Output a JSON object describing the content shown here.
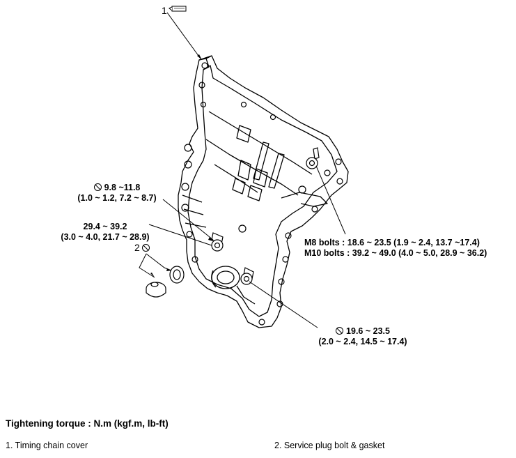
{
  "callouts": {
    "item1_number": "1",
    "item2_number": "2",
    "torque_a_line1": "9.8 ~11.8",
    "torque_a_line2": "(1.0 ~ 1.2, 7.2 ~ 8.7)",
    "torque_b_line1": "29.4 ~ 39.2",
    "torque_b_line2": "(3.0 ~ 4.0, 21.7 ~ 28.9)",
    "torque_c_line1": "19.6 ~ 23.5",
    "torque_c_line2": "(2.0 ~ 2.4, 14.5 ~ 17.4)",
    "m8_bolts": "M8 bolts : 18.6 ~ 23.5 (1.9 ~ 2.4, 13.7 ~17.4)",
    "m10_bolts": "M10 bolts : 39.2 ~ 49.0 (4.0 ~ 5.0, 28.9 ~ 36.2)"
  },
  "icons": {
    "no_reuse_symbol": "prohibition-circle-icon",
    "sealant_tube": "sealant-tube-icon"
  },
  "footer": {
    "heading": "Tightening torque : N.m (kgf.m, lb-ft)",
    "legend_1": "1. Timing chain cover",
    "legend_2": "2. Service plug bolt & gasket"
  }
}
